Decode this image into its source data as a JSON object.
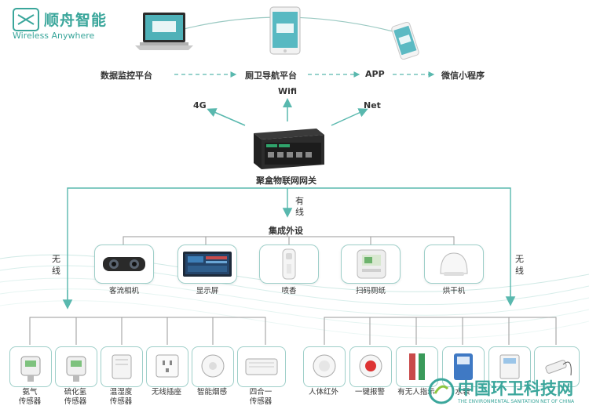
{
  "brand": {
    "name": "顺舟智能",
    "tagline": "Wireless Anywhere"
  },
  "platforms": [
    "数据监控平台",
    "厕卫导航平台",
    "APP",
    "微信小程序"
  ],
  "links": {
    "left": "4G",
    "center": "Wifi",
    "right": "Net"
  },
  "gateway": {
    "label": "聚盒物联网网关"
  },
  "wired": {
    "label_line1": "有",
    "label_line2": "线",
    "title": "集成外设"
  },
  "wireless_left": {
    "line1": "无",
    "line2": "线"
  },
  "wireless_right": {
    "line1": "无",
    "line2": "线"
  },
  "peripherals": [
    "客流相机",
    "显示屏",
    "喷香",
    "扫码厕纸",
    "烘干机"
  ],
  "sensors_left": [
    {
      "line1": "氨气",
      "line2": "传感器"
    },
    {
      "line1": "硫化氢",
      "line2": "传感器"
    },
    {
      "line1": "温湿度",
      "line2": "传感器"
    },
    {
      "line1": "无线插座",
      "line2": ""
    },
    {
      "line1": "智能烟感",
      "line2": ""
    },
    {
      "line1": "四合一",
      "line2": "传感器"
    }
  ],
  "sensors_right": [
    {
      "line1": "人体红外",
      "line2": ""
    },
    {
      "line1": "一键报警",
      "line2": ""
    },
    {
      "line1": "有无人指示",
      "line2": ""
    },
    {
      "line1": "水表",
      "line2": ""
    },
    {
      "line1": "",
      "line2": ""
    },
    {
      "line1": "",
      "line2": ""
    }
  ],
  "watermark": {
    "title": "中国环卫科技网",
    "subtitle": "THE ENVIRONMENTAL SANITATION NET OF CHINA"
  },
  "colors": {
    "accent": "#3aa69b",
    "line": "#59b8ae",
    "card_border": "#9ecfc9"
  }
}
